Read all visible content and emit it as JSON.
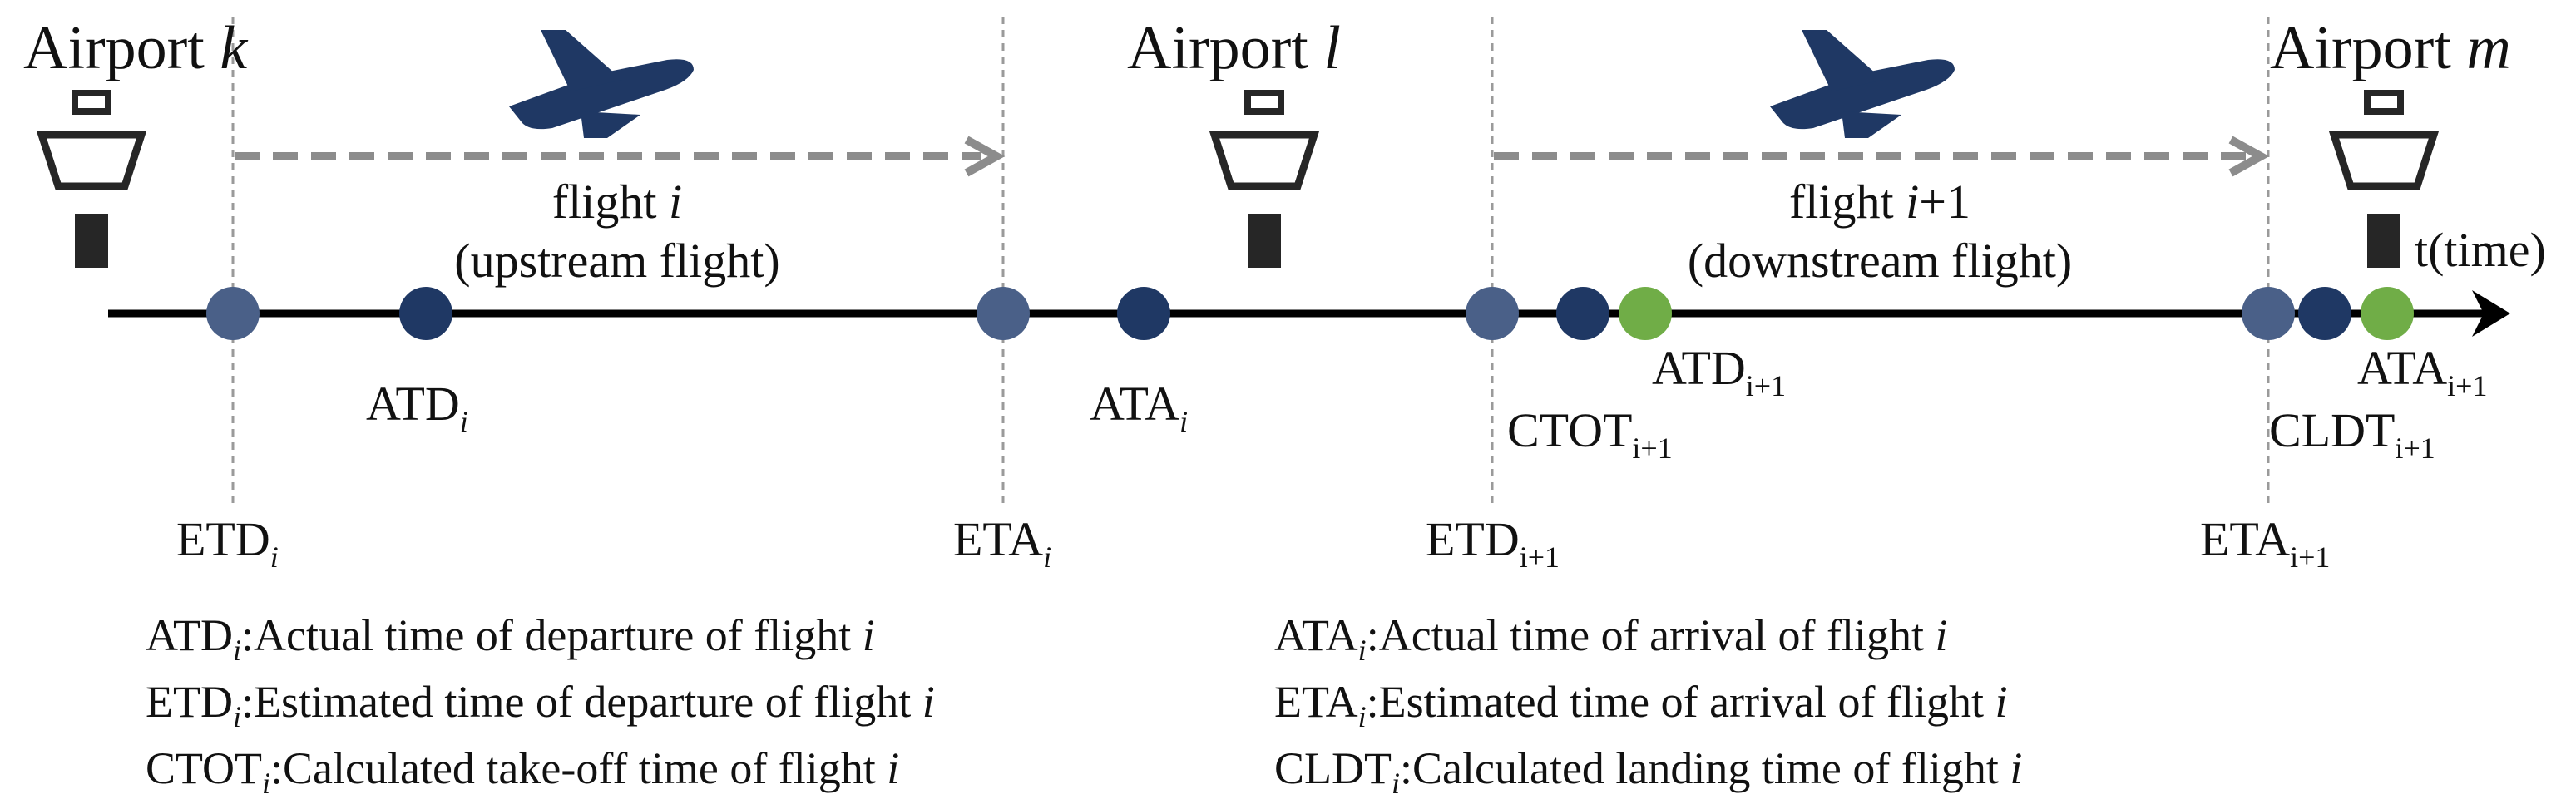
{
  "airports": [
    {
      "prefix": "Airport",
      "var": "k"
    },
    {
      "prefix": "Airport",
      "var": "l"
    },
    {
      "prefix": "Airport",
      "var": "m"
    }
  ],
  "flights": [
    {
      "line1_text": "flight",
      "line1_var": "i",
      "line1_suffix": "",
      "line2": "(upstream flight)"
    },
    {
      "line1_text": "flight",
      "line1_var": "i",
      "line1_suffix": "+1",
      "line2": "(downstream flight)"
    }
  ],
  "axis_label": "t(time)",
  "event_labels": {
    "atd_i": {
      "base": "ATD",
      "sub": "i"
    },
    "ata_i": {
      "base": "ATA",
      "sub": "i"
    },
    "atd_i1": {
      "base": "ATD",
      "sub": "i+1"
    },
    "ctot_i1": {
      "base": "CTOT",
      "sub": "i+1"
    },
    "ata_i1": {
      "base": "ATA",
      "sub": "i+1"
    },
    "cldt_i1": {
      "base": "CLDT",
      "sub": "i+1"
    },
    "etd_i": {
      "base": "ETD",
      "sub": "i"
    },
    "eta_i": {
      "base": "ETA",
      "sub": "i"
    },
    "etd_i1": {
      "base": "ETD",
      "sub": "i+1"
    },
    "eta_i1": {
      "base": "ETA",
      "sub": "i+1"
    }
  },
  "legend": [
    {
      "abbr": "ATD",
      "sub": "i",
      "desc": ":Actual time of departure of flight ",
      "var": "i"
    },
    {
      "abbr": "ETD",
      "sub": "i",
      "desc": ":Estimated time of departure of flight ",
      "var": "i"
    },
    {
      "abbr": "CTOT",
      "sub": "i",
      "desc": ":Calculated take-off time of flight ",
      "var": "i"
    },
    {
      "abbr": "ATA",
      "sub": "i",
      "desc": ":Actual time of arrival of flight ",
      "var": "i"
    },
    {
      "abbr": "ETA",
      "sub": "i",
      "desc": ":Estimated time of arrival of flight ",
      "var": "i"
    },
    {
      "abbr": "CLDT",
      "sub": "i",
      "desc": ":Calculated landing time of flight ",
      "var": "i"
    }
  ],
  "colors": {
    "dark_navy": "#1f3864",
    "light_navy": "#4a6088",
    "green": "#70ad47",
    "arrow_gray": "#8c8c8c",
    "tower": "#262626",
    "axis": "#000000"
  }
}
